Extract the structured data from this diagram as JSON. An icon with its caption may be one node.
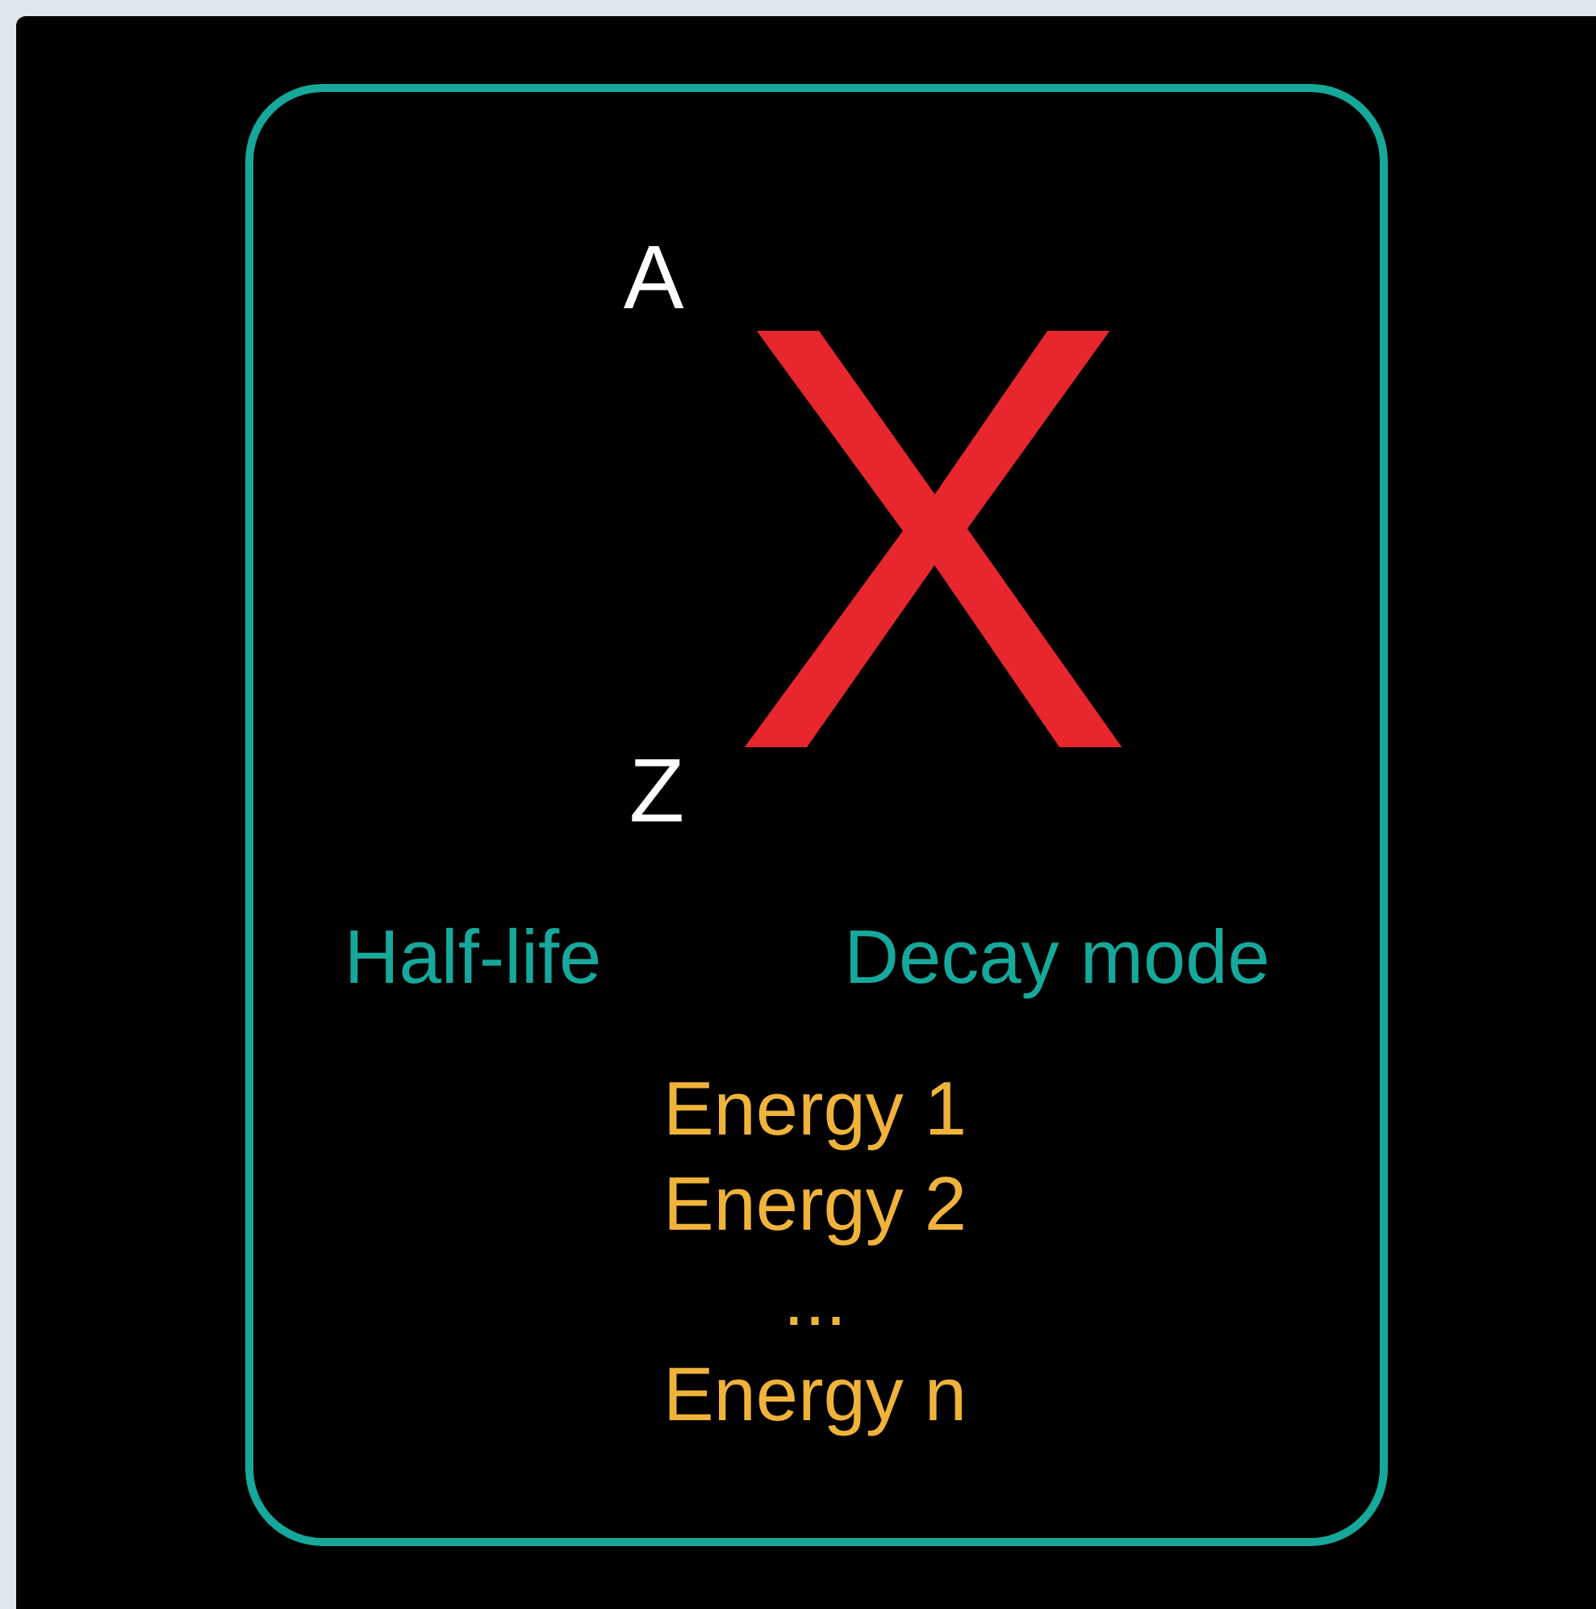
{
  "diagram": {
    "nodes": [
      {
        "text": [
          "A",
          "X",
          "Z",
          "Half-life",
          "Decay mode",
          "Energy 1",
          "Energy 2",
          "...",
          "Energy n"
        ]
      }
    ]
  }
}
